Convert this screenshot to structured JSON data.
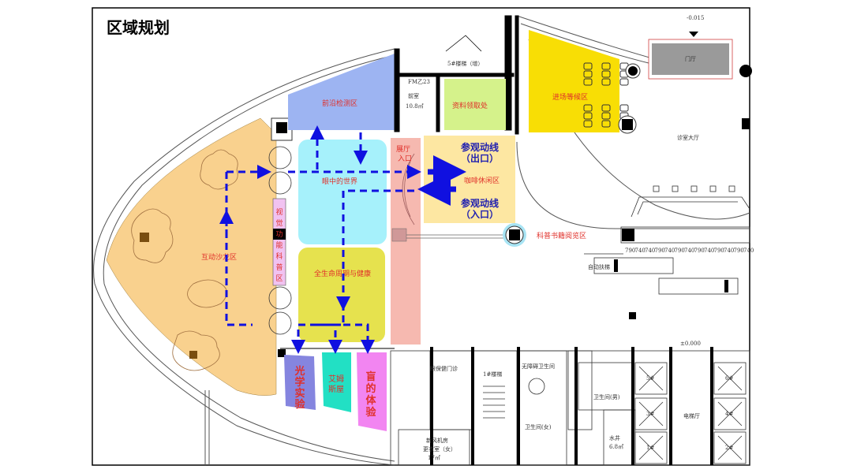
{
  "title": "区域规划",
  "zones": {
    "frontier_testing": "前沿检测区",
    "world_in_eyes": "眼中的世界",
    "lifecycle_health": "全生命周期与健康",
    "interactive_salon": "互动沙龙区",
    "visual_function": [
      "视",
      "觉",
      "功",
      "能",
      "科",
      "普",
      "区"
    ],
    "hall_entrance": [
      "展厅",
      "入口"
    ],
    "materials_pickup": "资料领取处",
    "cafe": "咖啡休闲区",
    "route_exit": [
      "参观动线",
      "（出口）"
    ],
    "route_entry": [
      "参观动线",
      "（入口）"
    ],
    "waiting_area": "进场等候区",
    "reading_area": "科普书籍阅览区",
    "optics_lab": [
      "光",
      "学",
      "实",
      "验"
    ],
    "ames_room": [
      "艾姆",
      "斯屋"
    ],
    "blind_experience": [
      "盲",
      "的",
      "体",
      "验"
    ]
  },
  "cad_labels": {
    "stair5": "5#楼梯（增）",
    "anteroom": "前室",
    "anteroom_area": "10.8㎡",
    "door_code": "FM乙23",
    "lobby": "门厅",
    "elevation": "-0.015",
    "clinic_hall": "诊室大厅",
    "escalator": "自动扶梯",
    "stair1": "1#楼梯",
    "eye_clinic": "眼保健门诊",
    "fresh_air_room": "新风机房",
    "locker_room": "更衣室（女）",
    "locker_area": "17㎡",
    "accessible_wc": "无障碍卫生间",
    "wc_female": "卫生间(女)",
    "wc_male": "卫生间(男)",
    "water_shaft": "水井",
    "water_area": "6.8㎡",
    "elevator_hall": "电梯厅",
    "elev5": "5#",
    "elev3": "3#",
    "elev1": "1#",
    "elev4": "4#",
    "elev2": "2#",
    "elev6": "6#",
    "zero_level": "±0.000",
    "dims": [
      "790",
      "740",
      "740",
      "790",
      "740",
      "790",
      "740",
      "790",
      "740",
      "790",
      "740",
      "790",
      "740"
    ]
  },
  "colors": {
    "salon": "#f9d18e",
    "frontier": "#9db4f2",
    "world": "#a6f1fb",
    "health": "#e6e24e",
    "entrance": "#f6b9b0",
    "route": "#fde7a2",
    "pickup": "#d5f28b",
    "waiting": "#f8de05",
    "optics": "#8585df",
    "ames": "#22e0c4",
    "blind": "#f285f1",
    "visual": "#f1c2f1",
    "arrow": "#1010e0"
  }
}
